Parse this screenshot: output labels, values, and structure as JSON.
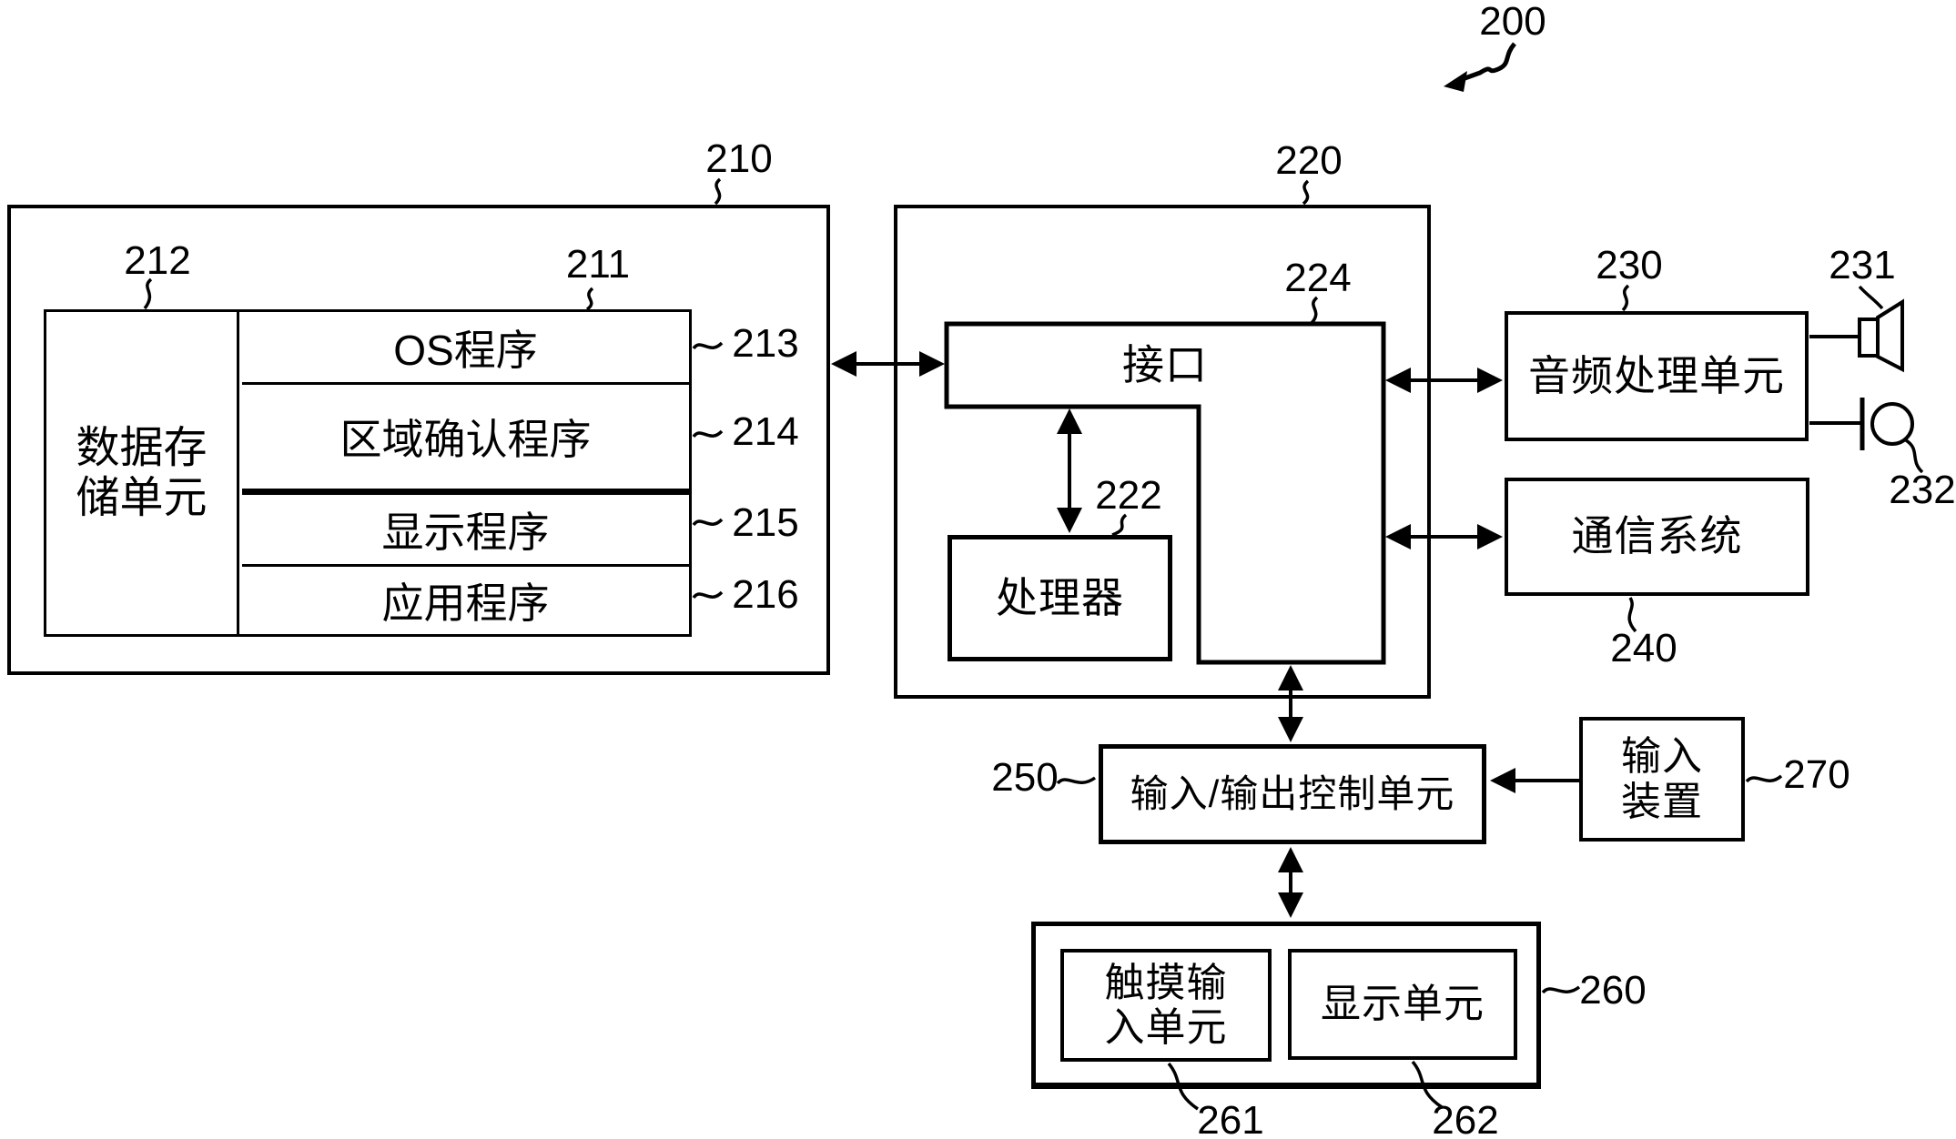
{
  "figure": {
    "ref": "200"
  },
  "storage": {
    "ref": "210",
    "cell_ref": "212",
    "col_ref": "211",
    "name_line1": "数据存",
    "name_line2": "储单元",
    "rows": [
      {
        "label": "OS程序",
        "ref": "213"
      },
      {
        "label": "区域确认程序",
        "ref": "214"
      },
      {
        "label": "显示程序",
        "ref": "215"
      },
      {
        "label": "应用程序",
        "ref": "216"
      }
    ]
  },
  "controller": {
    "ref": "220",
    "interface": {
      "label": "接口",
      "ref": "224"
    },
    "processor": {
      "label": "处理器",
      "ref": "222"
    }
  },
  "audio": {
    "label": "音频处理单元",
    "ref": "230",
    "speaker_ref": "231",
    "mic_ref": "232"
  },
  "comm": {
    "label": "通信系统",
    "ref": "240"
  },
  "io_control": {
    "label": "输入/输出控制单元",
    "ref": "250"
  },
  "input_device": {
    "ref": "270",
    "line1": "输入",
    "line2": "装置"
  },
  "touch_display": {
    "ref": "260",
    "touch": {
      "line1": "触摸输",
      "line2": "入单元",
      "ref": "261"
    },
    "display": {
      "label": "显示单元",
      "ref": "262"
    }
  },
  "colors": {
    "ink": "#000000",
    "paper": "#ffffff"
  }
}
